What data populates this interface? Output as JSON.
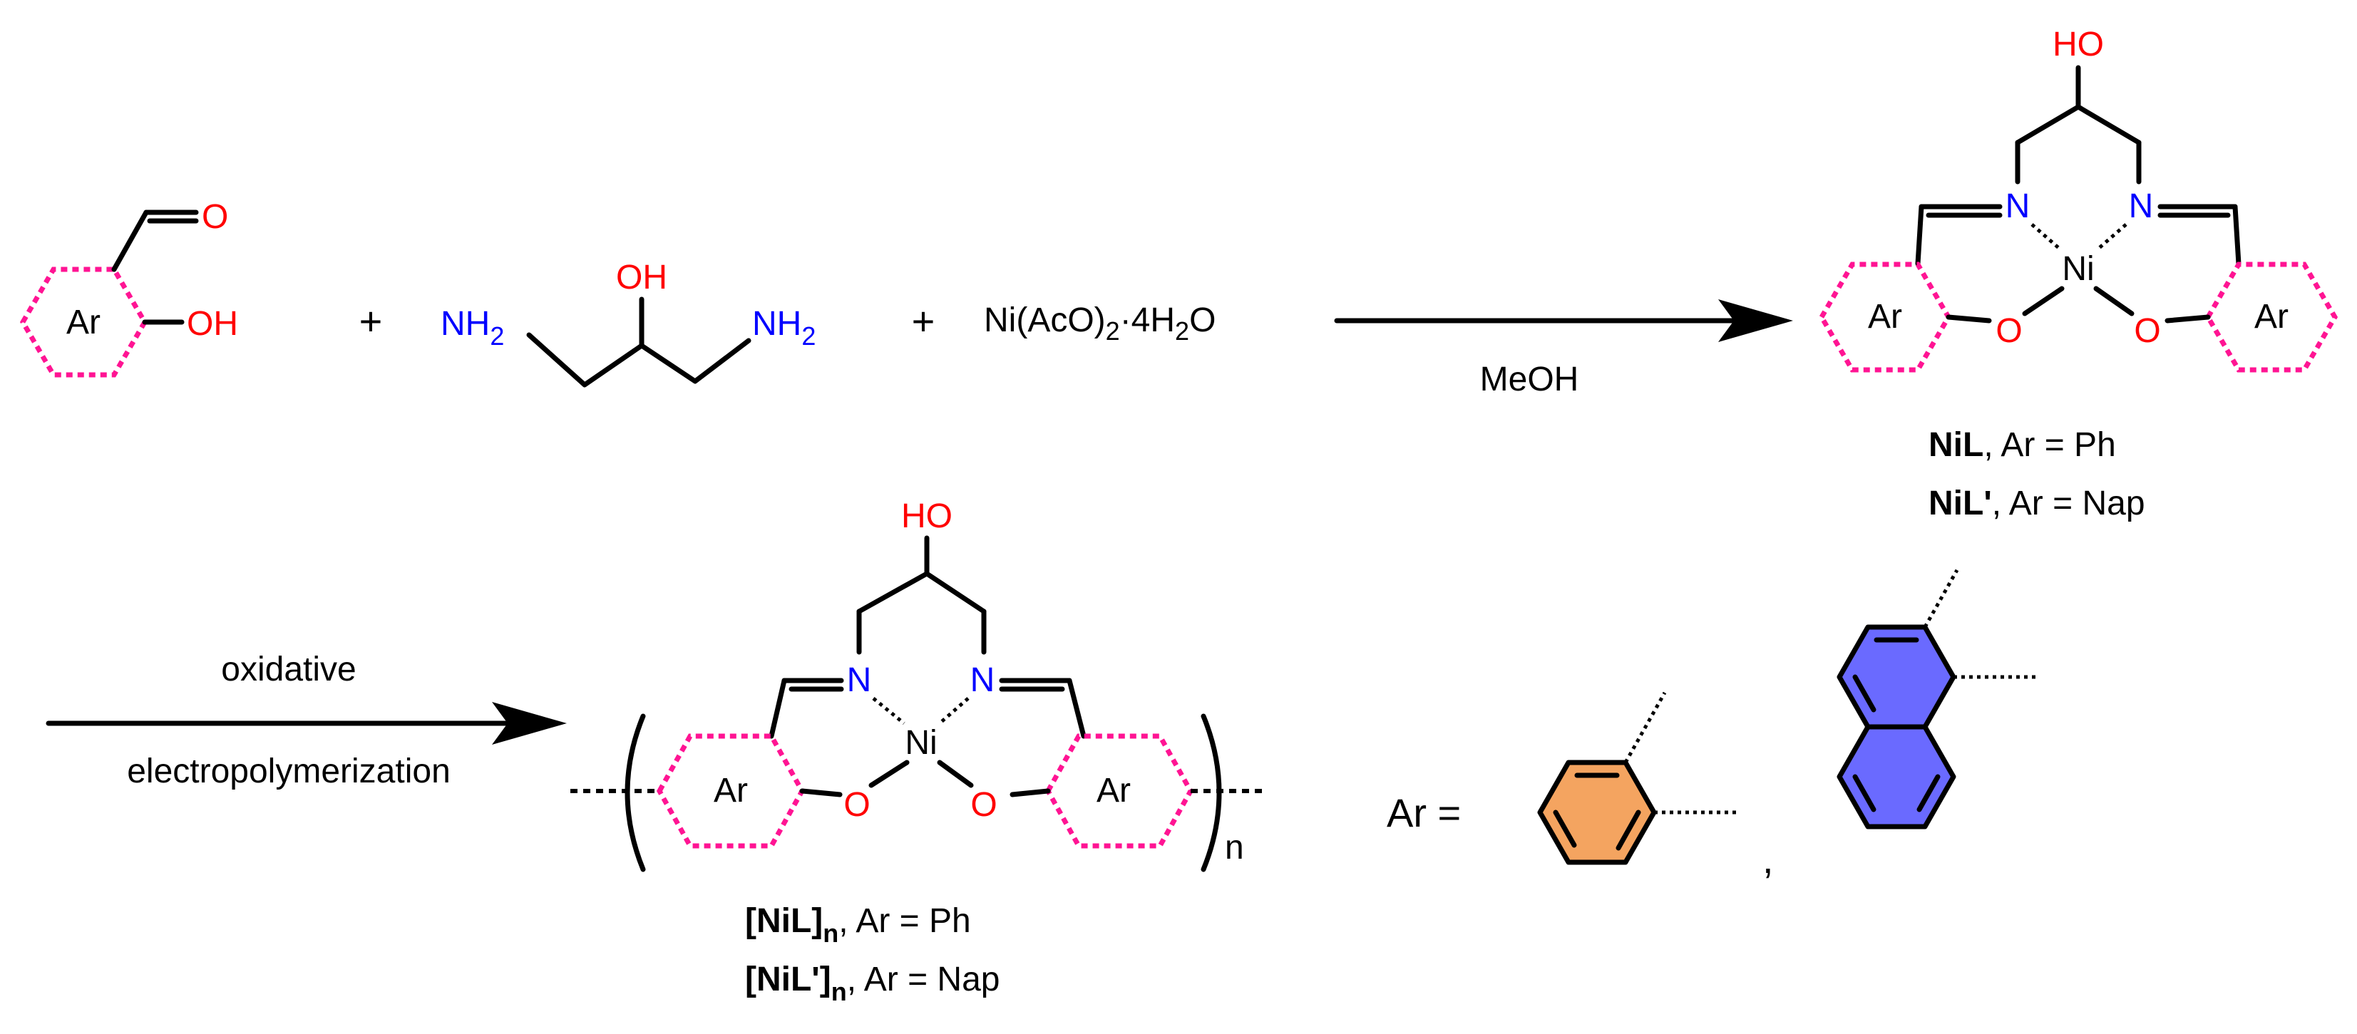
{
  "reagents": {
    "oxygen": "O",
    "hydroxyl": "OH",
    "ar": "Ar",
    "plus": "+",
    "amine_n": "NH",
    "amine_sub": "2",
    "diol_oh": "OH",
    "ni_salt": "Ni(AcO)",
    "ni_salt_sub": "2",
    "ni_salt_mid": "·4H",
    "ni_salt_sub2": "2",
    "ni_salt_end": "O"
  },
  "arrows": {
    "solvent": "MeOH",
    "step2_line1": "oxidative",
    "step2_line2": "electropolymerization"
  },
  "complex": {
    "ho": "HO",
    "n": "N",
    "ni": "Ni",
    "o": "O",
    "ar": "Ar",
    "label1_bold": "NiL",
    "label1_rest": ", Ar = Ph",
    "label2_bold": "NiL'",
    "label2_rest": ", Ar = Nap"
  },
  "polymer": {
    "ho": "HO",
    "n": "N",
    "ni": "Ni",
    "o": "O",
    "ar": "Ar",
    "subscript_n": "n",
    "label1_bold": "[NiL]",
    "label1_sub": "n",
    "label1_rest": ", Ar = Ph",
    "label2_bold": "[NiL']",
    "label2_sub": "n",
    "label2_rest": ", Ar = Nap"
  },
  "definition": {
    "ar_equals": "Ar =",
    "comma": ","
  },
  "colors": {
    "heteroatom_o": "#ff0000",
    "heteroatom_n": "#0000ff",
    "ring_placeholder": "#ff1493",
    "phenyl_fill": "#f4a460",
    "naphthyl_fill": "#6a6aff"
  }
}
